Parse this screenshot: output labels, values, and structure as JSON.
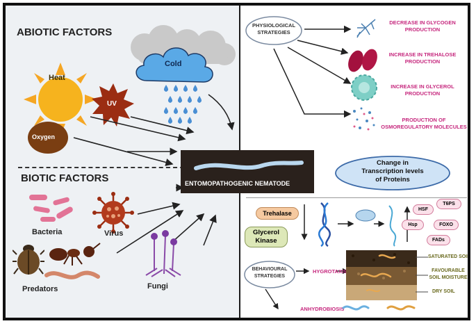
{
  "abiotic": {
    "title": "ABIOTIC FACTORS",
    "heat": "Heat",
    "uv": "UV",
    "cold": "Cold",
    "oxygen": "Oxygen"
  },
  "biotic": {
    "title": "BIOTIC FACTORS",
    "bacteria": "Bacteria",
    "virus": "Virus",
    "predators": "Predators",
    "fungi": "Fungi"
  },
  "nematode": {
    "label": "ENTOMOPATHOGENIC  NEMATODE"
  },
  "physiological": {
    "title_line1": "PHYSIOLOGICAL",
    "title_line2": "STRATEGIES",
    "outcomes": [
      {
        "line1": "DECREASE IN GLYCOGEN",
        "line2": "PRODUCTION"
      },
      {
        "line1": "INCREASE IN TREHALOSE",
        "line2": "PRODUCTION"
      },
      {
        "line1": "INCREASE IN GLYCEROL",
        "line2": "PRODUCTION"
      },
      {
        "line1": "PRODUCTION OF",
        "line2": "OSMOREGULATORY MOLECULES"
      }
    ]
  },
  "transcription": {
    "line1": "Change in",
    "line2": "Transcription levels",
    "line3": "of Proteins",
    "trehalase": "Trehalase",
    "glycerol_line1": "Glycerol",
    "glycerol_line2": "Kinase",
    "proteins": [
      "HSF",
      "T6PS",
      "Hsp",
      "FOXO",
      "FADs"
    ]
  },
  "behavioural": {
    "title_line1": "BEHAVIOURAL",
    "title_line2": "STRATEGIES",
    "hygrotaxis": "HYGROTAXIS",
    "anhydrobiosis": "ANHYDROBIOSIS",
    "soil": {
      "saturated": "SATURATED SOIL",
      "favourable_line1": "FAVOURABLE",
      "favourable_line2": "SOIL MOISTURE",
      "dry": "DRY SOIL"
    }
  },
  "colors": {
    "pink_text": "#c6287e",
    "olive_text": "#6a6a1e",
    "sun": "#f5a623",
    "uv": "#9b2d12",
    "oxygen": "#7a3e12",
    "cloud": "#5aa9e6",
    "nematode_box": "#2a211c",
    "oval": "#cfe3f6"
  }
}
